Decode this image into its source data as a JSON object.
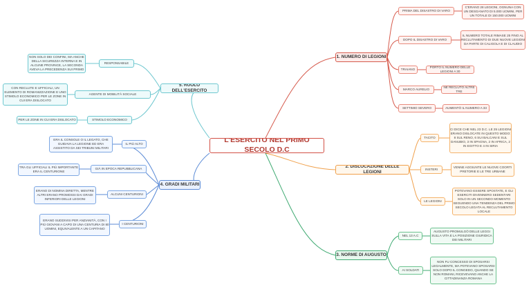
{
  "root": "L'ESERCITO NEL PRIMO SECOLO D.C",
  "n1": {
    "title": "1. NUMERO DI LEGIONI",
    "a": "PRIMA DEL DISASTRO DI VARO",
    "a_d": "C'ERANO 28 LEGIONI, OGNUNA CON UN DESGANATO DI 5.000 UOMINI, PER UN TOTALE DI 150.000 UOMINI",
    "b": "DOPO IL DISASTRO DI VARO",
    "b_d": "IL NUMERO TOTALE RIMASE 25 FINO AL RECLUTAMENTO DI DUE NUOVE LEGIONI DA PARTE DI CALIGOLA E DI CLAUDIO",
    "c": "TRAIANO",
    "c_d": "PORTÒ IL NUMERO DELLE LEGIONI A 30",
    "d": "MARCO AURELIO",
    "d_d": "NE RECLUTÒ ALTRE TRE",
    "e": "SETTIMIO SEVERO",
    "e_d": "AUMENTÒ IL NUMERO A 33"
  },
  "n2": {
    "title": "2. DISLOCAZIONE DELLE LEGIONI",
    "a": "TACITO",
    "a_d": "CI DICE CHE NEL 23 D.C. LE 25 LEGIONI ERANO DISLOCATE IN QUESTO MODO: 8 SUL RENO, 6 SUI BALCANI E SUL DANUBIO, 3 IN SPAGNA, 2 IN AFRICA, 2 IN EGITTO E 4 IN SIRIA",
    "b": "INSTERI",
    "b_d": "VENNE AGGIUNTE LE NUOVE COORTI PRETORIE E LE TRE URBANE",
    "c": "LE LEGIONI",
    "c_d": "POTEVANO ESSERE SPOSTATE, E GLI ESERCITI DIVENNERO SEDENTARI SOLO IN UN SECONDO MOMENTO SEGUENDO UNA TENDENZA DEL PRIMO SECOLO LEGATA AL RECLUTAMENTO LOCALE"
  },
  "n3": {
    "title": "3. NORME DI AUGUSTO",
    "a": "NEL 13 A.C",
    "a_d": "AUGUSTO PROMULGÒ DELLE LEGGI SULLA VITA E LA POSIZIONE GIURIDICA DEI MILITARI",
    "b": "AI SOLDATI",
    "b_d": "NON FU CONCESSO DI SPOSARSI LEGALMENTE, MA POTEVANO SPOSARSI SOLO DOPO IL CONGEDO, QUANDO SE NON ROMANI, RICEVEVANO ANCHE LA CITTADINANZA ROMANA"
  },
  "n4": {
    "title": "4. GRADI MILITARI",
    "a": "IL PIÙ ALTO",
    "a_d": "ERA IL CONSOLE O IL LEGATO, CHE GUIDAVA LA LEGIONE ED ERA ASSISTITO DA SEI TRIBUNI MILITARI",
    "b": "GIÀ IN EPOCA REPUBBLICANA",
    "b_d": "TRA GLI UFFICIALI IL PIÙ IMPORTANTE ERA IL CENTURIONE",
    "c": "ALCUNI CENTURIONI",
    "c_d": "ERANO DI NOMINA DIRETTA, MENTRE ALTRI ERANO PROMOSSI DAI GRADI INFERIORI DELLE LEGIONI",
    "d": "I CENTURIONI",
    "d_d": "ERANO SUDDIVISI PER ANZIANITÀ, CON I PIÙ GIOVANI A CAPO DI UNA CENTURIA DI 80 UOMINI, EQUIVALENTE A UN CAPITANO"
  },
  "n5": {
    "title": "5. RUOLO DELL'ESERCITO",
    "a": "RESPONSABILE",
    "a_d": "NON SOLO DEI CONFINI, MA ANCHE DELLA SICUREZZA INTERNA E IN ALCUNE PROVINCE, LA SECONDA AVEVA LA PRECEDENZA SUI PRIMO",
    "b": "AGENTE DI MOBILITÀ SOCIALE",
    "b_d": "CON RECLUTE E UFFICIALI, UN ELEMENTO DI ROMANIZZAZIONE E UNO STIMOLO ECONOMICO PER LE ZONE IN CUI ERA DISLOCATO",
    "c": "STIMOLO ECONOMICO",
    "c_d": "PER LE ZONE IN CUI ERA DISLOCATO"
  }
}
